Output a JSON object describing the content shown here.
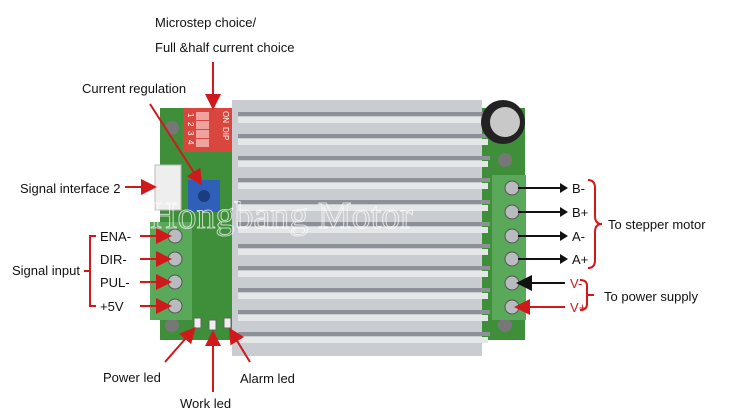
{
  "labels": {
    "microstep_line1": "Microstep choice/",
    "microstep_line2": "Full &half current choice",
    "current_regulation": "Current regulation",
    "signal_interface_2": "Signal interface 2",
    "signal_input": "Signal input",
    "to_stepper_motor": "To stepper motor",
    "to_power_supply": "To power supply",
    "power_led": "Power led",
    "work_led": "Work led",
    "alarm_led": "Alarm led"
  },
  "left_terminals": [
    "ENA-",
    "DIR-",
    "PUL-",
    "+5V"
  ],
  "right_terminals": [
    "B-",
    "B+",
    "A-",
    "A+",
    "V-",
    "V+"
  ],
  "dip_switch": {
    "on": "ON",
    "dip": "DIP",
    "positions": [
      "1",
      "2",
      "3",
      "4"
    ]
  },
  "watermark": "Hongbang Motor",
  "colors": {
    "annotation_red": "#d0191b",
    "pcb_green": "#3f8f3a",
    "terminal_green": "#5aa85a",
    "heatsink": "#c9ccd0",
    "dip_red": "#d9463e",
    "pot_blue": "#2f5fb8"
  }
}
